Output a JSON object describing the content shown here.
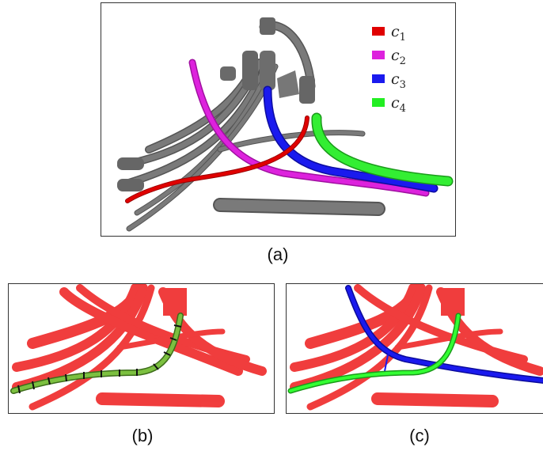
{
  "figure": {
    "panels": [
      {
        "caption": "(a)"
      },
      {
        "caption": "(b)"
      },
      {
        "caption": "(c)"
      }
    ],
    "legend": [
      {
        "base": "c",
        "sub": "1",
        "color": "#e00000"
      },
      {
        "base": "c",
        "sub": "2",
        "color": "#dd22dd"
      },
      {
        "base": "c",
        "sub": "3",
        "color": "#1a1aee"
      },
      {
        "base": "c",
        "sub": "4",
        "color": "#22ee22"
      }
    ],
    "colors": {
      "gray_tube": "#6f6f6f",
      "red_cloud": "#ee1c1c",
      "green_path": "#66bb33",
      "bright_green": "#33ff33",
      "blue": "#1a1aee"
    }
  }
}
